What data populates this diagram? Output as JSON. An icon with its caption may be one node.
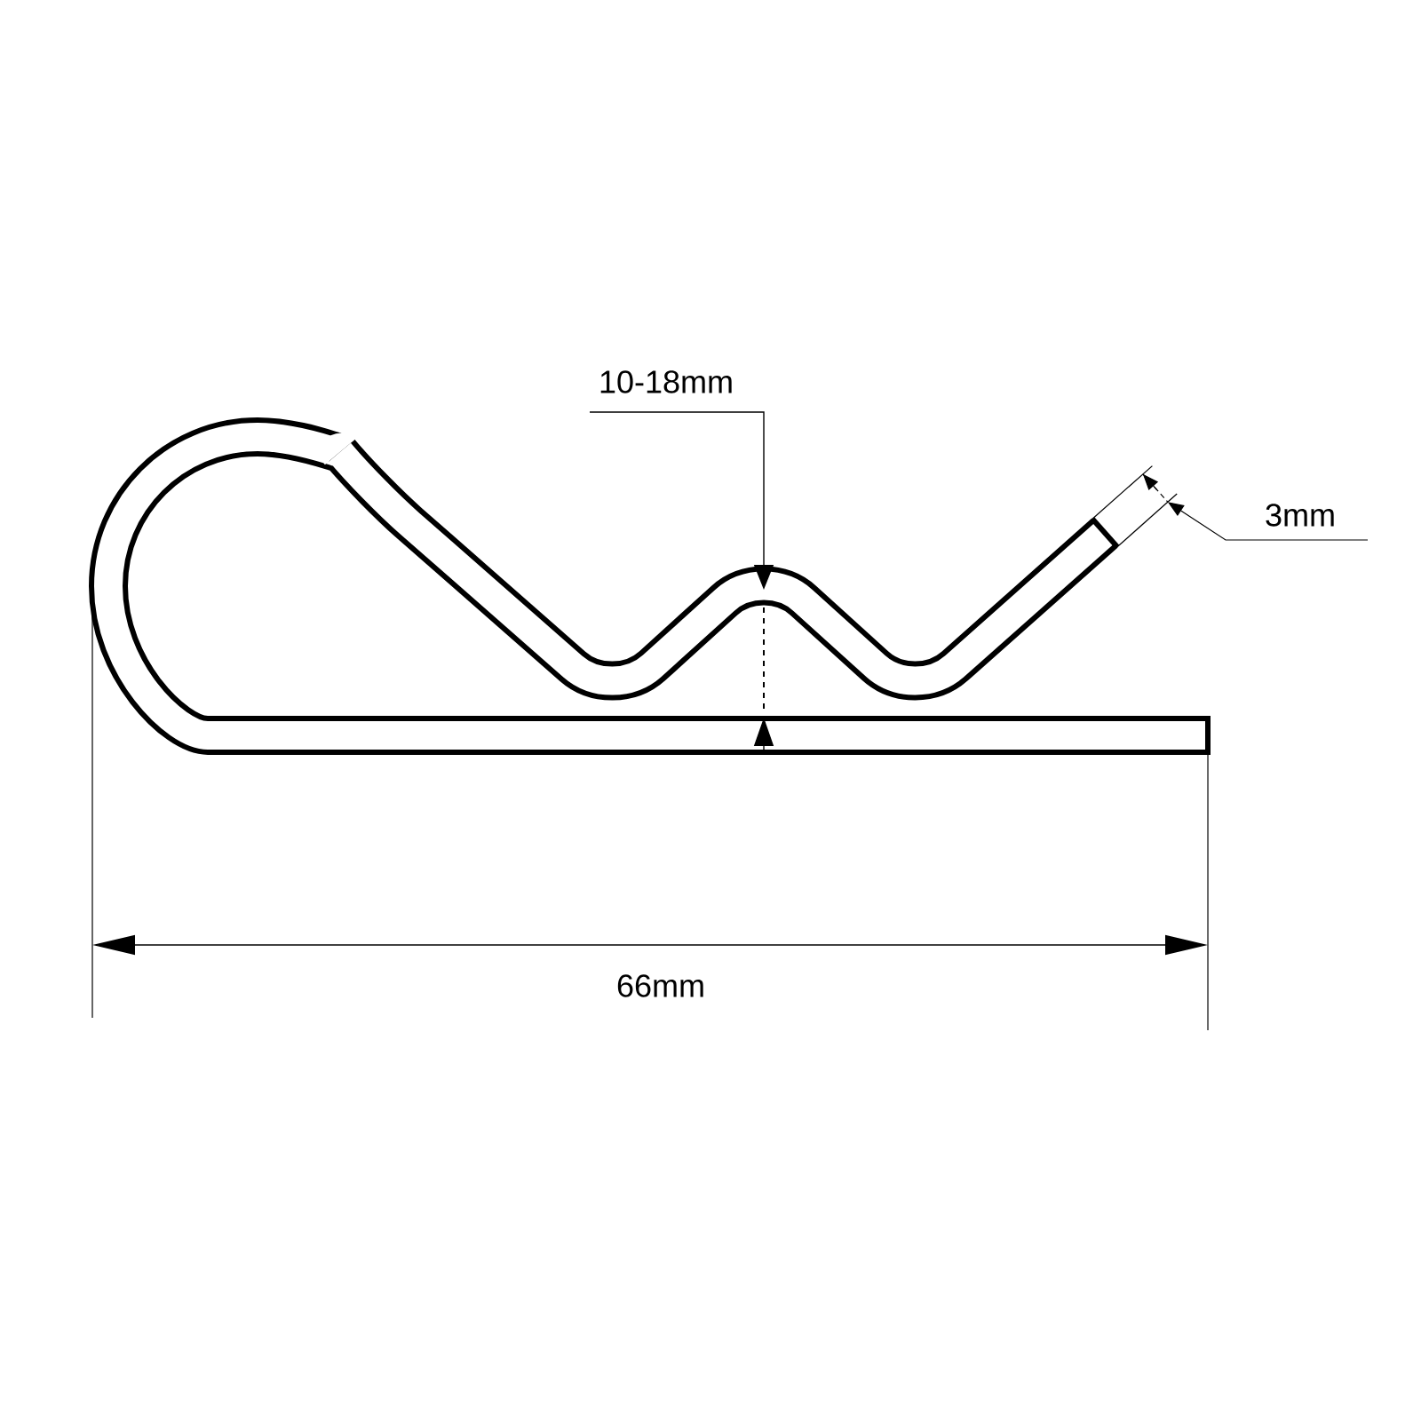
{
  "diagram": {
    "labels": [
      "10-18mm",
      "3mm",
      "66mm"
    ]
  }
}
